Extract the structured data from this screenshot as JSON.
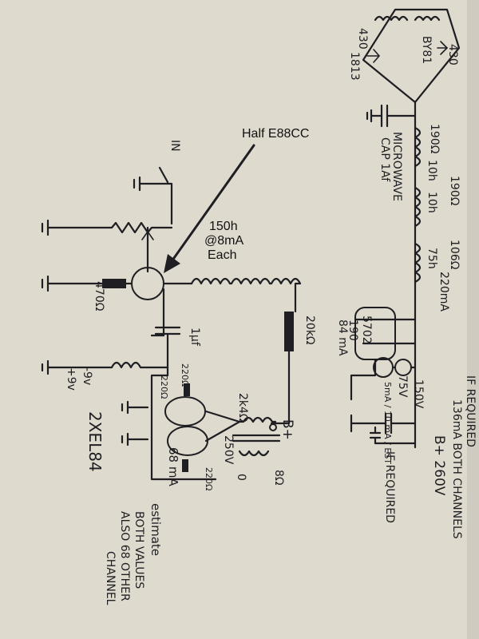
{
  "annotations": {
    "half_tube": "Half E88CC",
    "choke_line1": "150h",
    "choke_line2": "@8mA",
    "choke_line3": "Each"
  },
  "labels": {
    "r_430_a": "430",
    "r_430_b": "430",
    "diode_a": "1813",
    "diode_b": "BY81",
    "r190_top": "190Ω",
    "choke_10h_a": "10h",
    "cap_note_1": "MICROWAVE",
    "cap_note_2": "CAP 1Af",
    "r190_mid": "190Ω",
    "choke_10h_b": "10h",
    "r106": "106Ω",
    "choke_75h": "75h",
    "choke_current": "220mA",
    "reg_tube": "5702",
    "reg_r190": "190",
    "reg_current": "84 mA",
    "zener_75": "75V",
    "zener_150": "150V",
    "zener_note": "5mA / 10 mA / EST",
    "if_required_a": "IF REQUIRED",
    "current_both": "136mA BOTH CHANNELS",
    "bplus_260": "B+ 260V",
    "if_required_b": "IF REQUIRED",
    "input": "IN",
    "r470": "470Ω",
    "cap_1uf": "1μf",
    "r20k": "20kΩ",
    "r2k4": "2k4Ω",
    "bplus": "B+",
    "minus9v": "-9v",
    "plus9v": "+9v",
    "r220_a": "220Ω",
    "r220_b": "220Ω",
    "r220_c": "220Ω",
    "output_v": "250V",
    "output_0": "0",
    "output_8": "8Ω",
    "tube_2x": "2XEL84",
    "cur_68": "68 mA",
    "note_1": "estimate",
    "note_2": "BOTH VALUES",
    "note_3": "ALSO 68 OTHER",
    "note_4": "CHANNEL"
  }
}
